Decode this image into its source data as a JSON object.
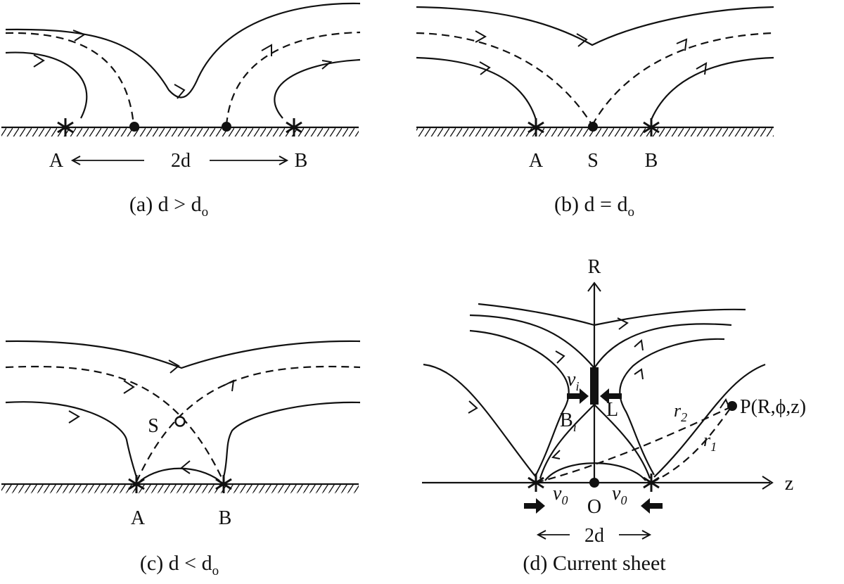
{
  "panels": {
    "a": {
      "caption": "(a) d > d",
      "caption_sub": "o",
      "label_A": "A",
      "label_B": "B",
      "label_2d": "2d"
    },
    "b": {
      "caption": "(b) d = d",
      "caption_sub": "o",
      "label_A": "A",
      "label_S": "S",
      "label_B": "B"
    },
    "c": {
      "caption": "(c) d < d",
      "caption_sub": "o",
      "label_A": "A",
      "label_B": "B",
      "label_S": "S"
    },
    "d": {
      "caption": "(d) Current sheet",
      "axis_R": "R",
      "axis_z": "z",
      "origin": "O",
      "label_2d": "2d",
      "sheet_L": "L",
      "v_i": "v",
      "v_i_sub": "i",
      "B_i": "B",
      "B_i_sub": "i",
      "v0_left": "v",
      "v0_left_sub": "0",
      "v0_right": "v",
      "v0_right_sub": "0",
      "point_P": "P(R,ϕ,z)",
      "r1": "r",
      "r1_sub": "1",
      "r2": "r",
      "r2_sub": "2"
    }
  }
}
